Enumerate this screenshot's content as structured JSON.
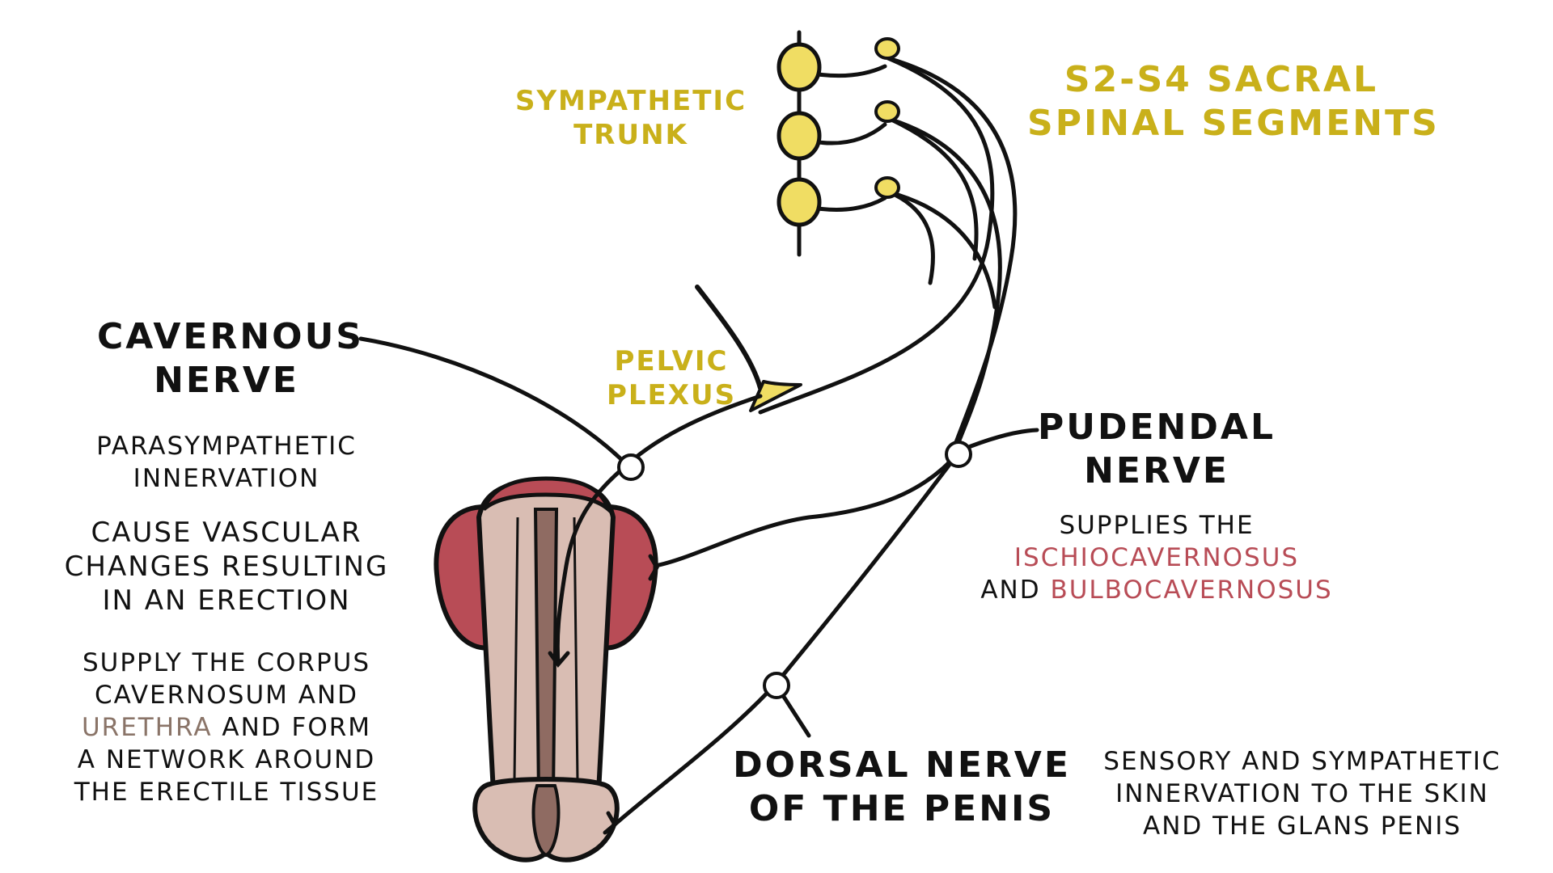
{
  "colors": {
    "label_yellow": "#c9b01a",
    "ganglion_fill": "#f0dd63",
    "nerve_stroke": "#111111",
    "shaft_fill": "#d9bdb3",
    "muscle_fill": "#b84c56",
    "urethra_fill": "#8f6b62",
    "highlight_red": "#b84c56",
    "highlight_brown": "#8a7468"
  },
  "labels": {
    "sacral": [
      "S2-S4 SACRAL",
      "SPINAL SEGMENTS"
    ],
    "sympathetic_trunk": [
      "SYMPATHETIC",
      "TRUNK"
    ],
    "pelvic_plexus": [
      "PELVIC",
      "PLEXUS"
    ],
    "cavernous_nerve": {
      "title": [
        "CAVERNOUS",
        "NERVE"
      ],
      "para_innervation": [
        "PARASYMPATHETIC",
        "INNERVATION"
      ],
      "vascular": [
        "CAUSE VASCULAR",
        "CHANGES RESULTING",
        "IN AN ERECTION"
      ],
      "supply_line1": "SUPPLY THE CORPUS",
      "supply_line2": "CAVERNOSUM AND",
      "supply_urethra": "URETHRA",
      "supply_line3_rest": " AND FORM",
      "supply_line4": "A NETWORK AROUND",
      "supply_line5": "THE ERECTILE TISSUE"
    },
    "pudendal_nerve": {
      "title": [
        "PUDENDAL",
        "NERVE"
      ],
      "supplies_the": "SUPPLIES THE",
      "ischio": "ISCHIOCAVERNOSUS",
      "and": "AND ",
      "bulbo": "BULBOCAVERNOSUS"
    },
    "dorsal_nerve": {
      "title": [
        "DORSAL NERVE",
        "OF THE PENIS"
      ],
      "desc": [
        "SENSORY AND SYMPATHETIC",
        "INNERVATION TO THE SKIN",
        "AND THE GLANS PENIS"
      ]
    }
  }
}
